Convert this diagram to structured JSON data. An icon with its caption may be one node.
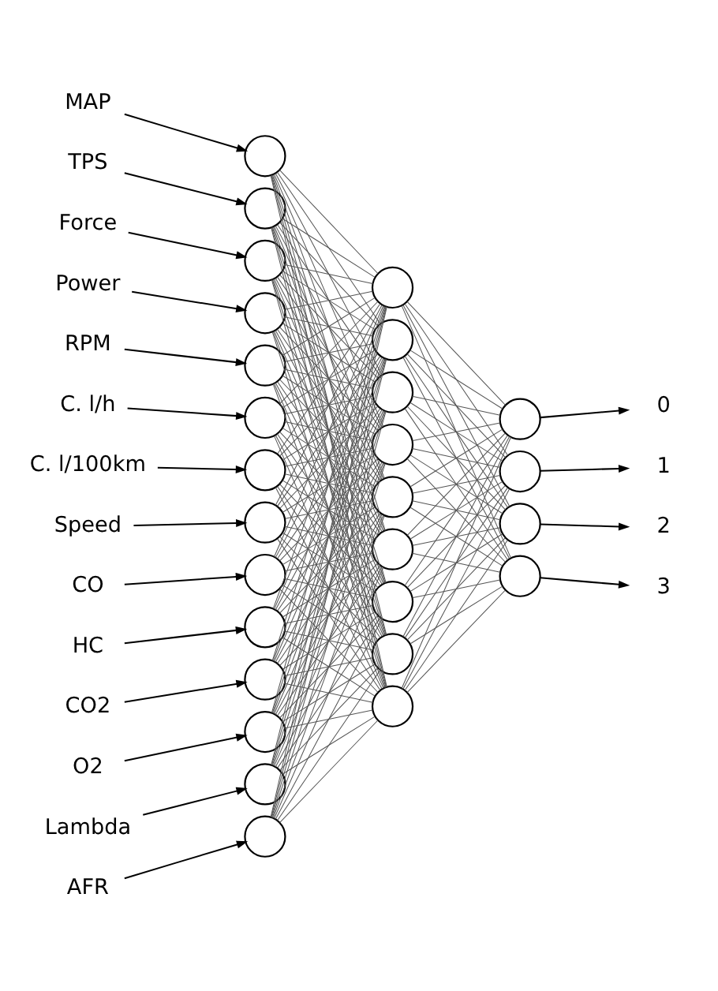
{
  "diagram": {
    "nodes": [
      {
        "text": [
          "MAP"
        ]
      },
      {
        "text": [
          "TPS"
        ]
      },
      {
        "text": [
          "Force"
        ]
      },
      {
        "text": [
          "Power"
        ]
      },
      {
        "text": [
          "RPM"
        ]
      },
      {
        "text": [
          "C. l/h"
        ]
      },
      {
        "text": [
          "C. l/100km"
        ]
      },
      {
        "text": [
          "Speed"
        ]
      },
      {
        "text": [
          "CO"
        ]
      },
      {
        "text": [
          "HC"
        ]
      },
      {
        "text": [
          "CO2"
        ]
      },
      {
        "text": [
          "O2"
        ]
      },
      {
        "text": [
          "Lambda"
        ]
      },
      {
        "text": [
          "AFR"
        ]
      },
      {
        "text": [],
        "shape": "circle"
      },
      {
        "text": [],
        "shape": "circle"
      },
      {
        "text": [],
        "shape": "circle"
      },
      {
        "text": [],
        "shape": "circle"
      },
      {
        "text": [],
        "shape": "circle"
      },
      {
        "text": [],
        "shape": "circle"
      },
      {
        "text": [],
        "shape": "circle"
      },
      {
        "text": [],
        "shape": "circle"
      },
      {
        "text": [],
        "shape": "circle"
      },
      {
        "text": [],
        "shape": "circle"
      },
      {
        "text": [],
        "shape": "circle"
      },
      {
        "text": [],
        "shape": "circle"
      },
      {
        "text": [],
        "shape": "circle"
      },
      {
        "text": [],
        "shape": "circle"
      },
      {
        "text": [],
        "shape": "circle"
      },
      {
        "text": [],
        "shape": "circle"
      },
      {
        "text": [],
        "shape": "circle"
      },
      {
        "text": [],
        "shape": "circle"
      },
      {
        "text": [],
        "shape": "circle"
      },
      {
        "text": [],
        "shape": "circle"
      },
      {
        "text": [],
        "shape": "circle"
      },
      {
        "text": [],
        "shape": "circle"
      },
      {
        "text": [],
        "shape": "circle"
      },
      {
        "text": [],
        "shape": "circle"
      },
      {
        "text": [],
        "shape": "circle"
      },
      {
        "text": [],
        "shape": "circle"
      },
      {
        "text": [],
        "shape": "circle"
      },
      {
        "text": [
          "0"
        ]
      },
      {
        "text": [
          "1"
        ]
      },
      {
        "text": [
          "2"
        ]
      },
      {
        "text": [
          "3"
        ]
      }
    ],
    "edges": [
      {
        "from": 0,
        "to": 14,
        "arrow": "to"
      },
      {
        "from": 1,
        "to": 15,
        "arrow": "to"
      },
      {
        "from": 2,
        "to": 16,
        "arrow": "to"
      },
      {
        "from": 3,
        "to": 17,
        "arrow": "to"
      },
      {
        "from": 4,
        "to": 18,
        "arrow": "to"
      },
      {
        "from": 5,
        "to": 19,
        "arrow": "to"
      },
      {
        "from": 6,
        "to": 20,
        "arrow": "to"
      },
      {
        "from": 7,
        "to": 21,
        "arrow": "to"
      },
      {
        "from": 8,
        "to": 22,
        "arrow": "to"
      },
      {
        "from": 9,
        "to": 23,
        "arrow": "to"
      },
      {
        "from": 10,
        "to": 24,
        "arrow": "to"
      },
      {
        "from": 11,
        "to": 25,
        "arrow": "to"
      },
      {
        "from": 12,
        "to": 26,
        "arrow": "to"
      },
      {
        "from": 13,
        "to": 27,
        "arrow": "to"
      },
      {
        "from": 14,
        "to": 28,
        "arrow": "none"
      },
      {
        "from": 14,
        "to": 29,
        "arrow": "none"
      },
      {
        "from": 14,
        "to": 30,
        "arrow": "none"
      },
      {
        "from": 14,
        "to": 31,
        "arrow": "none"
      },
      {
        "from": 14,
        "to": 32,
        "arrow": "none"
      },
      {
        "from": 14,
        "to": 33,
        "arrow": "none"
      },
      {
        "from": 14,
        "to": 34,
        "arrow": "none"
      },
      {
        "from": 14,
        "to": 35,
        "arrow": "none"
      },
      {
        "from": 14,
        "to": 36,
        "arrow": "none"
      },
      {
        "from": 15,
        "to": 28,
        "arrow": "none"
      },
      {
        "from": 15,
        "to": 29,
        "arrow": "none"
      },
      {
        "from": 15,
        "to": 30,
        "arrow": "none"
      },
      {
        "from": 15,
        "to": 31,
        "arrow": "none"
      },
      {
        "from": 15,
        "to": 32,
        "arrow": "none"
      },
      {
        "from": 15,
        "to": 33,
        "arrow": "none"
      },
      {
        "from": 15,
        "to": 34,
        "arrow": "none"
      },
      {
        "from": 15,
        "to": 35,
        "arrow": "none"
      },
      {
        "from": 15,
        "to": 36,
        "arrow": "none"
      },
      {
        "from": 16,
        "to": 28,
        "arrow": "none"
      },
      {
        "from": 16,
        "to": 29,
        "arrow": "none"
      },
      {
        "from": 16,
        "to": 30,
        "arrow": "none"
      },
      {
        "from": 16,
        "to": 31,
        "arrow": "none"
      },
      {
        "from": 16,
        "to": 32,
        "arrow": "none"
      },
      {
        "from": 16,
        "to": 33,
        "arrow": "none"
      },
      {
        "from": 16,
        "to": 34,
        "arrow": "none"
      },
      {
        "from": 16,
        "to": 35,
        "arrow": "none"
      },
      {
        "from": 16,
        "to": 36,
        "arrow": "none"
      },
      {
        "from": 17,
        "to": 28,
        "arrow": "none"
      },
      {
        "from": 17,
        "to": 29,
        "arrow": "none"
      },
      {
        "from": 17,
        "to": 30,
        "arrow": "none"
      },
      {
        "from": 17,
        "to": 31,
        "arrow": "none"
      },
      {
        "from": 17,
        "to": 32,
        "arrow": "none"
      },
      {
        "from": 17,
        "to": 33,
        "arrow": "none"
      },
      {
        "from": 17,
        "to": 34,
        "arrow": "none"
      },
      {
        "from": 17,
        "to": 35,
        "arrow": "none"
      },
      {
        "from": 17,
        "to": 36,
        "arrow": "none"
      },
      {
        "from": 18,
        "to": 28,
        "arrow": "none"
      },
      {
        "from": 18,
        "to": 29,
        "arrow": "none"
      },
      {
        "from": 18,
        "to": 30,
        "arrow": "none"
      },
      {
        "from": 18,
        "to": 31,
        "arrow": "none"
      },
      {
        "from": 18,
        "to": 32,
        "arrow": "none"
      },
      {
        "from": 18,
        "to": 33,
        "arrow": "none"
      },
      {
        "from": 18,
        "to": 34,
        "arrow": "none"
      },
      {
        "from": 18,
        "to": 35,
        "arrow": "none"
      },
      {
        "from": 18,
        "to": 36,
        "arrow": "none"
      },
      {
        "from": 19,
        "to": 28,
        "arrow": "none"
      },
      {
        "from": 19,
        "to": 29,
        "arrow": "none"
      },
      {
        "from": 19,
        "to": 30,
        "arrow": "none"
      },
      {
        "from": 19,
        "to": 31,
        "arrow": "none"
      },
      {
        "from": 19,
        "to": 32,
        "arrow": "none"
      },
      {
        "from": 19,
        "to": 33,
        "arrow": "none"
      },
      {
        "from": 19,
        "to": 34,
        "arrow": "none"
      },
      {
        "from": 19,
        "to": 35,
        "arrow": "none"
      },
      {
        "from": 19,
        "to": 36,
        "arrow": "none"
      },
      {
        "from": 20,
        "to": 28,
        "arrow": "none"
      },
      {
        "from": 20,
        "to": 29,
        "arrow": "none"
      },
      {
        "from": 20,
        "to": 30,
        "arrow": "none"
      },
      {
        "from": 20,
        "to": 31,
        "arrow": "none"
      },
      {
        "from": 20,
        "to": 32,
        "arrow": "none"
      },
      {
        "from": 20,
        "to": 33,
        "arrow": "none"
      },
      {
        "from": 20,
        "to": 34,
        "arrow": "none"
      },
      {
        "from": 20,
        "to": 35,
        "arrow": "none"
      },
      {
        "from": 20,
        "to": 36,
        "arrow": "none"
      },
      {
        "from": 21,
        "to": 28,
        "arrow": "none"
      },
      {
        "from": 21,
        "to": 29,
        "arrow": "none"
      },
      {
        "from": 21,
        "to": 30,
        "arrow": "none"
      },
      {
        "from": 21,
        "to": 31,
        "arrow": "none"
      },
      {
        "from": 21,
        "to": 32,
        "arrow": "none"
      },
      {
        "from": 21,
        "to": 33,
        "arrow": "none"
      },
      {
        "from": 21,
        "to": 34,
        "arrow": "none"
      },
      {
        "from": 21,
        "to": 35,
        "arrow": "none"
      },
      {
        "from": 21,
        "to": 36,
        "arrow": "none"
      },
      {
        "from": 22,
        "to": 28,
        "arrow": "none"
      },
      {
        "from": 22,
        "to": 29,
        "arrow": "none"
      },
      {
        "from": 22,
        "to": 30,
        "arrow": "none"
      },
      {
        "from": 22,
        "to": 31,
        "arrow": "none"
      },
      {
        "from": 22,
        "to": 32,
        "arrow": "none"
      },
      {
        "from": 22,
        "to": 33,
        "arrow": "none"
      },
      {
        "from": 22,
        "to": 34,
        "arrow": "none"
      },
      {
        "from": 22,
        "to": 35,
        "arrow": "none"
      },
      {
        "from": 22,
        "to": 36,
        "arrow": "none"
      },
      {
        "from": 23,
        "to": 28,
        "arrow": "none"
      },
      {
        "from": 23,
        "to": 29,
        "arrow": "none"
      },
      {
        "from": 23,
        "to": 30,
        "arrow": "none"
      },
      {
        "from": 23,
        "to": 31,
        "arrow": "none"
      },
      {
        "from": 23,
        "to": 32,
        "arrow": "none"
      },
      {
        "from": 23,
        "to": 33,
        "arrow": "none"
      },
      {
        "from": 23,
        "to": 34,
        "arrow": "none"
      },
      {
        "from": 23,
        "to": 35,
        "arrow": "none"
      },
      {
        "from": 23,
        "to": 36,
        "arrow": "none"
      },
      {
        "from": 24,
        "to": 28,
        "arrow": "none"
      },
      {
        "from": 24,
        "to": 29,
        "arrow": "none"
      },
      {
        "from": 24,
        "to": 30,
        "arrow": "none"
      },
      {
        "from": 24,
        "to": 31,
        "arrow": "none"
      },
      {
        "from": 24,
        "to": 32,
        "arrow": "none"
      },
      {
        "from": 24,
        "to": 33,
        "arrow": "none"
      },
      {
        "from": 24,
        "to": 34,
        "arrow": "none"
      },
      {
        "from": 24,
        "to": 35,
        "arrow": "none"
      },
      {
        "from": 24,
        "to": 36,
        "arrow": "none"
      },
      {
        "from": 25,
        "to": 28,
        "arrow": "none"
      },
      {
        "from": 25,
        "to": 29,
        "arrow": "none"
      },
      {
        "from": 25,
        "to": 30,
        "arrow": "none"
      },
      {
        "from": 25,
        "to": 31,
        "arrow": "none"
      },
      {
        "from": 25,
        "to": 32,
        "arrow": "none"
      },
      {
        "from": 25,
        "to": 33,
        "arrow": "none"
      },
      {
        "from": 25,
        "to": 34,
        "arrow": "none"
      },
      {
        "from": 25,
        "to": 35,
        "arrow": "none"
      },
      {
        "from": 25,
        "to": 36,
        "arrow": "none"
      },
      {
        "from": 26,
        "to": 28,
        "arrow": "none"
      },
      {
        "from": 26,
        "to": 29,
        "arrow": "none"
      },
      {
        "from": 26,
        "to": 30,
        "arrow": "none"
      },
      {
        "from": 26,
        "to": 31,
        "arrow": "none"
      },
      {
        "from": 26,
        "to": 32,
        "arrow": "none"
      },
      {
        "from": 26,
        "to": 33,
        "arrow": "none"
      },
      {
        "from": 26,
        "to": 34,
        "arrow": "none"
      },
      {
        "from": 26,
        "to": 35,
        "arrow": "none"
      },
      {
        "from": 26,
        "to": 36,
        "arrow": "none"
      },
      {
        "from": 27,
        "to": 28,
        "arrow": "none"
      },
      {
        "from": 27,
        "to": 29,
        "arrow": "none"
      },
      {
        "from": 27,
        "to": 30,
        "arrow": "none"
      },
      {
        "from": 27,
        "to": 31,
        "arrow": "none"
      },
      {
        "from": 27,
        "to": 32,
        "arrow": "none"
      },
      {
        "from": 27,
        "to": 33,
        "arrow": "none"
      },
      {
        "from": 27,
        "to": 34,
        "arrow": "none"
      },
      {
        "from": 27,
        "to": 35,
        "arrow": "none"
      },
      {
        "from": 27,
        "to": 36,
        "arrow": "none"
      },
      {
        "from": 28,
        "to": 37,
        "arrow": "none"
      },
      {
        "from": 28,
        "to": 38,
        "arrow": "none"
      },
      {
        "from": 28,
        "to": 39,
        "arrow": "none"
      },
      {
        "from": 28,
        "to": 40,
        "arrow": "none"
      },
      {
        "from": 29,
        "to": 37,
        "arrow": "none"
      },
      {
        "from": 29,
        "to": 38,
        "arrow": "none"
      },
      {
        "from": 29,
        "to": 39,
        "arrow": "none"
      },
      {
        "from": 29,
        "to": 40,
        "arrow": "none"
      },
      {
        "from": 30,
        "to": 37,
        "arrow": "none"
      },
      {
        "from": 30,
        "to": 38,
        "arrow": "none"
      },
      {
        "from": 30,
        "to": 39,
        "arrow": "none"
      },
      {
        "from": 30,
        "to": 40,
        "arrow": "none"
      },
      {
        "from": 31,
        "to": 37,
        "arrow": "none"
      },
      {
        "from": 31,
        "to": 38,
        "arrow": "none"
      },
      {
        "from": 31,
        "to": 39,
        "arrow": "none"
      },
      {
        "from": 31,
        "to": 40,
        "arrow": "none"
      },
      {
        "from": 32,
        "to": 37,
        "arrow": "none"
      },
      {
        "from": 32,
        "to": 38,
        "arrow": "none"
      },
      {
        "from": 32,
        "to": 39,
        "arrow": "none"
      },
      {
        "from": 32,
        "to": 40,
        "arrow": "none"
      },
      {
        "from": 33,
        "to": 37,
        "arrow": "none"
      },
      {
        "from": 33,
        "to": 38,
        "arrow": "none"
      },
      {
        "from": 33,
        "to": 39,
        "arrow": "none"
      },
      {
        "from": 33,
        "to": 40,
        "arrow": "none"
      },
      {
        "from": 34,
        "to": 37,
        "arrow": "none"
      },
      {
        "from": 34,
        "to": 38,
        "arrow": "none"
      },
      {
        "from": 34,
        "to": 39,
        "arrow": "none"
      },
      {
        "from": 34,
        "to": 40,
        "arrow": "none"
      },
      {
        "from": 35,
        "to": 37,
        "arrow": "none"
      },
      {
        "from": 35,
        "to": 38,
        "arrow": "none"
      },
      {
        "from": 35,
        "to": 39,
        "arrow": "none"
      },
      {
        "from": 35,
        "to": 40,
        "arrow": "none"
      },
      {
        "from": 36,
        "to": 37,
        "arrow": "none"
      },
      {
        "from": 36,
        "to": 38,
        "arrow": "none"
      },
      {
        "from": 36,
        "to": 39,
        "arrow": "none"
      },
      {
        "from": 36,
        "to": 40,
        "arrow": "none"
      },
      {
        "from": 37,
        "to": 41,
        "arrow": "to"
      },
      {
        "from": 38,
        "to": 42,
        "arrow": "to"
      },
      {
        "from": 39,
        "to": 43,
        "arrow": "to"
      },
      {
        "from": 40,
        "to": 44,
        "arrow": "to"
      }
    ]
  }
}
